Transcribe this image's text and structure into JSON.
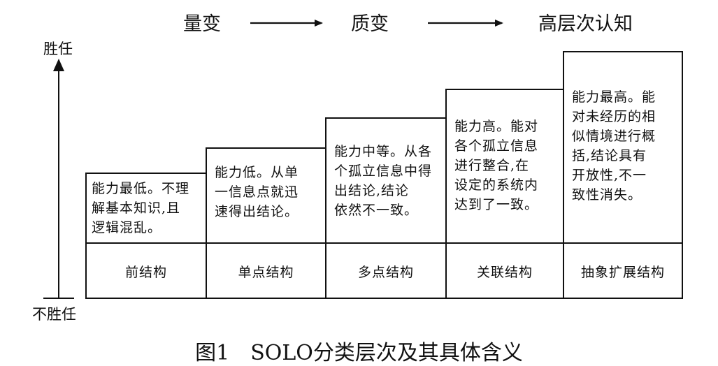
{
  "progression": {
    "stage1": "量变",
    "stage2": "质变",
    "stage3": "高层次认知"
  },
  "axis": {
    "top_label": "胜任",
    "bottom_label": "不胜任"
  },
  "levels": [
    {
      "description": "能力最低。不理\n解基本知识,且\n逻辑混乱。",
      "name": "前结构"
    },
    {
      "description": "能力低。从单\n一信息点就迅\n速得出结论。",
      "name": "单点结构"
    },
    {
      "description": "能力中等。从各\n个孤立信息中得\n出结论,结论\n依然不一致。",
      "name": "多点结构"
    },
    {
      "description": "能力高。能对\n各个孤立信息\n进行整合,在\n设定的系统内\n达到了一致。",
      "name": "关联结构"
    },
    {
      "description": "能力最高。能\n对未经历的相\n似情境进行概\n括,结论具有\n开放性,不一\n致性消失。",
      "name": "抽象扩展结构"
    }
  ],
  "caption": "图1　SOLO分类层次及其具体含义"
}
